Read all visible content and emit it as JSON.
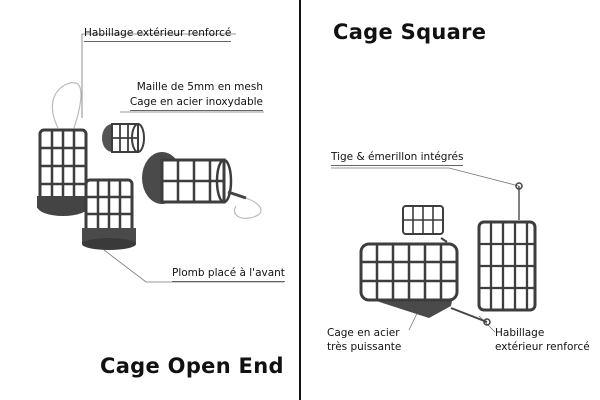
{
  "left_panel": {
    "title": "Cage Open End",
    "label_habillage": "Habillage extérieur renforcé",
    "label_maille_1": "Maille de 5mm en mesh",
    "label_maille_2": "Cage en acier inoxydable",
    "label_plomb": "Plomb placé à l'avant"
  },
  "right_panel": {
    "title": "Cage Square",
    "label_tige": "Tige & émerillon intégrés",
    "label_cage_1": "Cage en acier",
    "label_cage_2": "très puissante",
    "label_habillage_1": "Habillage",
    "label_habillage_2": "extérieur renforcé"
  },
  "colors": {
    "cage": "#3d3d3d",
    "divider": "#111111",
    "background": "#ffffff"
  }
}
